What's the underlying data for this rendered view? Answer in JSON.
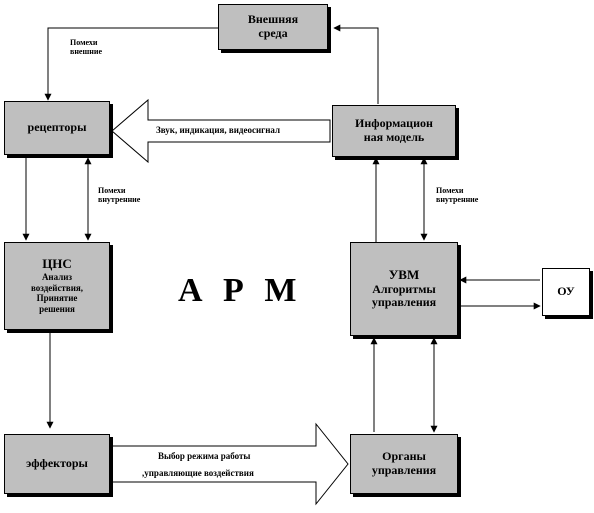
{
  "nodes": {
    "vneshnyaya_sreda": [
      "Внешняя",
      "среда"
    ],
    "retseptory": "рецепторы",
    "inf_model": [
      "Информацион",
      "ная модель"
    ],
    "tsns_title": "ЦНС",
    "tsns_sub": [
      "Анализ",
      "воздействия,",
      "Принятие",
      "решения"
    ],
    "uvm_title": "УВМ",
    "uvm_sub": [
      "Алгоритмы",
      "управления"
    ],
    "ou": "ОУ",
    "effektory": "эффекторы",
    "organy": [
      "Органы",
      "управления"
    ]
  },
  "labels": {
    "pomekhi_vneshnie": [
      "Помехи",
      "внешние"
    ],
    "pomekhi_vnutr_left": [
      "Помехи",
      "внутренние"
    ],
    "pomekhi_vnutr_right": [
      "Помехи",
      "внутренние"
    ],
    "arrow_top": "Звук, индикация, видеосигнал",
    "arrow_bottom_1": "Выбор режима работы",
    "arrow_bottom_2": ",управляющие воздействия"
  },
  "center_title": "А Р М"
}
